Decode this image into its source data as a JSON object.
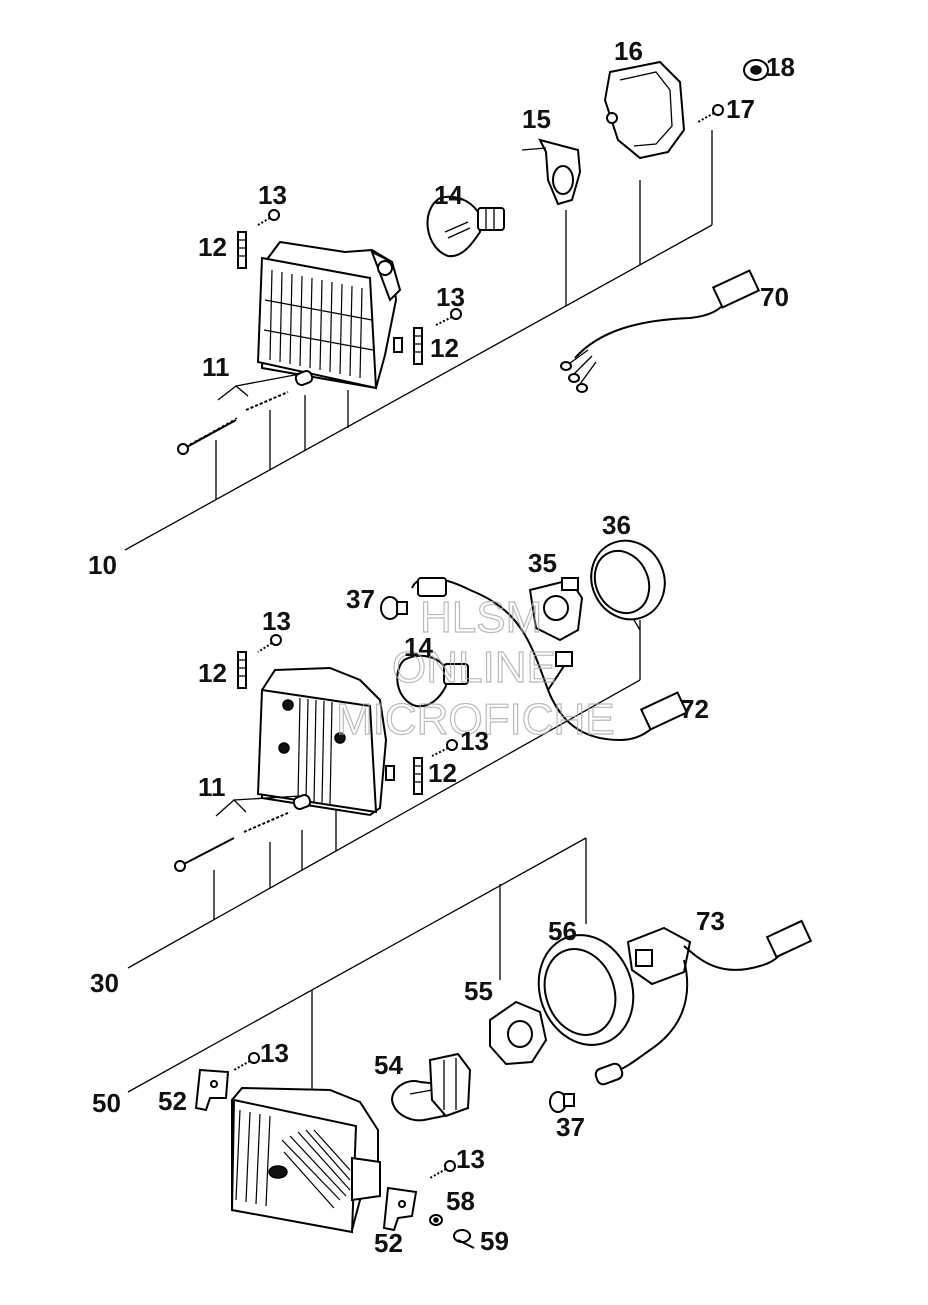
{
  "diagram": {
    "watermark": [
      "HLSM",
      "ONLINE",
      "MICROFICHE"
    ],
    "part_numbers": {
      "p10": "10",
      "p11a": "11",
      "p12a": "12",
      "p12b": "12",
      "p13a": "13",
      "p13b": "13",
      "p14a": "14",
      "p15": "15",
      "p16": "16",
      "p17": "17",
      "p18": "18",
      "p70": "70",
      "p30": "30",
      "p11b": "11",
      "p12c": "12",
      "p12d": "12",
      "p13c": "13",
      "p13d": "13",
      "p14b": "14",
      "p35": "35",
      "p36": "36",
      "p37a": "37",
      "p72": "72",
      "p50": "50",
      "p52a": "52",
      "p52b": "52",
      "p13e": "13",
      "p13f": "13",
      "p54": "54",
      "p55": "55",
      "p56": "56",
      "p58": "58",
      "p59": "59",
      "p73": "73",
      "p37b": "37"
    }
  }
}
